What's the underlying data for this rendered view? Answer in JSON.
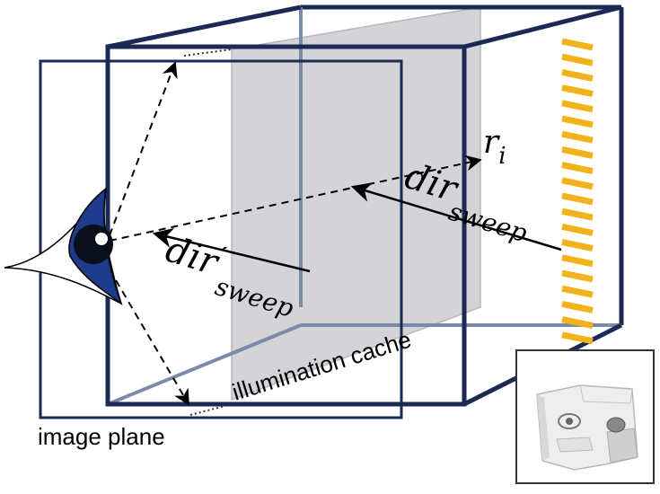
{
  "labels": {
    "dir_sweep_main": "dir",
    "dir_sweep_main_sub": "sweep",
    "dir_sweep_prime": "dir",
    "dir_sweep_prime_mark": "′",
    "dir_sweep_prime_sub": "sweep",
    "r_i": "r",
    "r_i_sub": "i",
    "illumination_cache": "illumination cache",
    "image_plane": "image plane"
  },
  "colors": {
    "cube_edge": "#1b2a55",
    "image_plane_edge": "#1b2a55",
    "cache_plane_fill": "#cfcfd4",
    "light_bars": "#f2b21c",
    "eye_iris": "#1e3a8a",
    "inset_border": "#333333"
  },
  "icons": {
    "eye": "eye-icon",
    "light_source": "light-bars-icon",
    "inset_object": "reconstructed-object-thumbnail"
  }
}
